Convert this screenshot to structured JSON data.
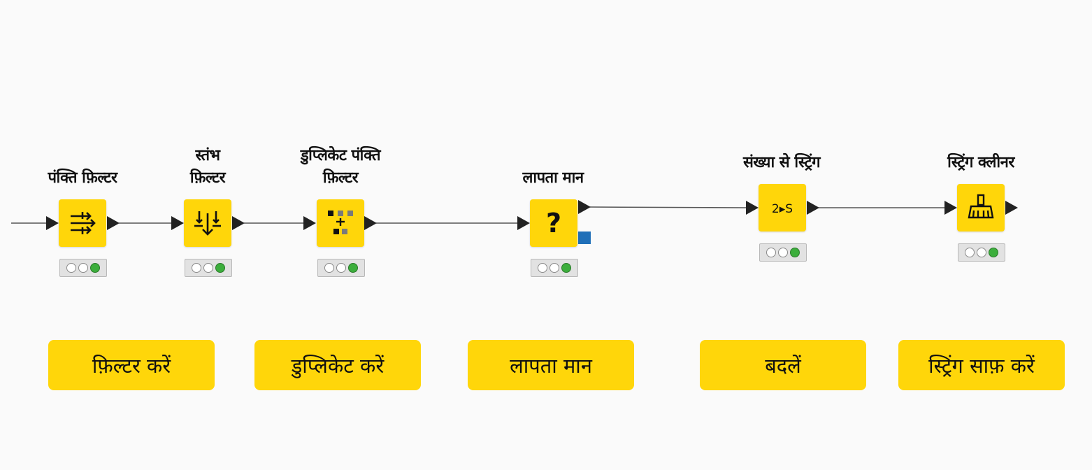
{
  "nodes": [
    {
      "id": "row-filter",
      "title": "पंक्ति फ़िल्टर",
      "icon": "row-filter-icon",
      "status": [
        "off",
        "off",
        "on"
      ]
    },
    {
      "id": "column-filter",
      "title": "स्तंभ\nफ़िल्टर",
      "icon": "column-filter-icon",
      "status": [
        "off",
        "off",
        "on"
      ]
    },
    {
      "id": "duplicate-row-filter",
      "title": "डुप्लिकेट पंक्ति\nफ़िल्टर",
      "icon": "duplicate-filter-icon",
      "status": [
        "off",
        "off",
        "on"
      ]
    },
    {
      "id": "missing-value",
      "title": "लापता मान",
      "icon_text": "?",
      "icon": "question-mark-icon",
      "status": [
        "off",
        "off",
        "on"
      ],
      "flow_variable_port": true
    },
    {
      "id": "number-to-string",
      "title": "संख्या से स्ट्रिंग",
      "icon_text": "2▸S",
      "icon": "number-to-string-icon",
      "status": [
        "off",
        "off",
        "on"
      ]
    },
    {
      "id": "string-cleaner",
      "title": "स्ट्रिंग क्लीनर",
      "icon": "broom-icon",
      "status": [
        "off",
        "off",
        "on"
      ]
    }
  ],
  "categories": [
    {
      "id": "filter",
      "label": "फ़िल्टर करें"
    },
    {
      "id": "duplicate",
      "label": "डुप्लिकेट करें"
    },
    {
      "id": "missing",
      "label": "लापता मान"
    },
    {
      "id": "convert",
      "label": "बदलें"
    },
    {
      "id": "clean",
      "label": "स्ट्रिंग साफ़ करें"
    }
  ],
  "colors": {
    "node_fill": "#ffd60a",
    "category_fill": "#ffd60a",
    "status_green": "#3cae3c",
    "flow_port_blue": "#1f6fb8",
    "wire": "#555555"
  }
}
